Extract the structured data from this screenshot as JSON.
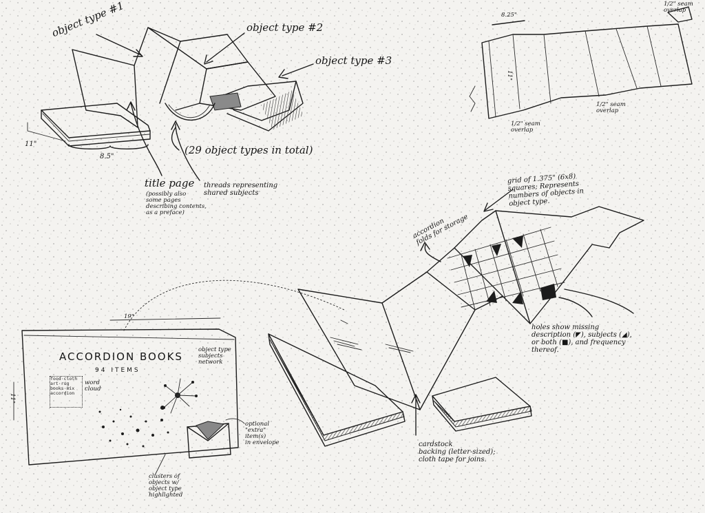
{
  "top_left": {
    "object_type_1": "object type #1",
    "object_type_2": "object type #2",
    "object_type_3": "object type #3",
    "dim_height": "11\"",
    "dim_width": "8.5\"",
    "total": "(29 object types in total)",
    "title_page": "title page",
    "title_page_note": "(possibly also\nsome pages\ndescribing contents,\nas a preface)",
    "threads": "threads representing\nshared subjects"
  },
  "top_right": {
    "width_label": "8.25\"",
    "seam_overlap_1": "1/2\" seam\noverlap",
    "seam_overlap_2": "1/2\" seam\noverlap",
    "seam_overlap_3": "1/2\" seam\noverlap",
    "height_label": "11\""
  },
  "bottom_right": {
    "accordion_folds": "accordion\nfolds for storage",
    "grid_note": "grid of 1.375\" (6x8)\nsquares; Represents\nnumbers of objects in\nobject type.",
    "holes_note": "holes show missing\ndescription (◤), subjects (◢),\nor both (■), and frequency\nthereof.",
    "cardstock_note": "cardstock\nbacking (letter-sized);\ncloth tape for joins."
  },
  "poster": {
    "width_label": "19\"",
    "height_label": "11\"",
    "title": "ACCORDION BOOKS",
    "subtitle": "94 ITEMS",
    "word_cloud_label": "word\ncloud",
    "word_cloud_words": "food·cloth\nart·rug\nbooks·mix\naccordion",
    "network_label": "object type\nsubjects\nnetwork",
    "envelope_label": "optional\n\"extra\"\nitem(s)\nin envelope",
    "clusters_label": "clusters of\nobjects w/\nobject type\nhighlighted"
  }
}
